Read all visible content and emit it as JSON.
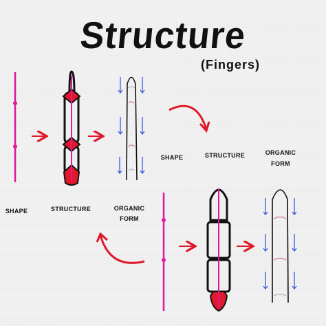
{
  "title": "Structure",
  "subtitle": "(Fingers)",
  "row1_labels": {
    "shape": "Shape",
    "structure": "Structure",
    "organic_line1": "Organic",
    "organic_line2": "Form"
  },
  "row2_labels": {
    "shape": "Shape",
    "structure": "Structure",
    "organic_line1": "Organic",
    "organic_line2": "Form"
  },
  "colors": {
    "ink": "#111111",
    "magenta": "#e0189b",
    "red": "#e0192b",
    "blue": "#3b5bd6",
    "pink_accent": "#d88aa8"
  }
}
